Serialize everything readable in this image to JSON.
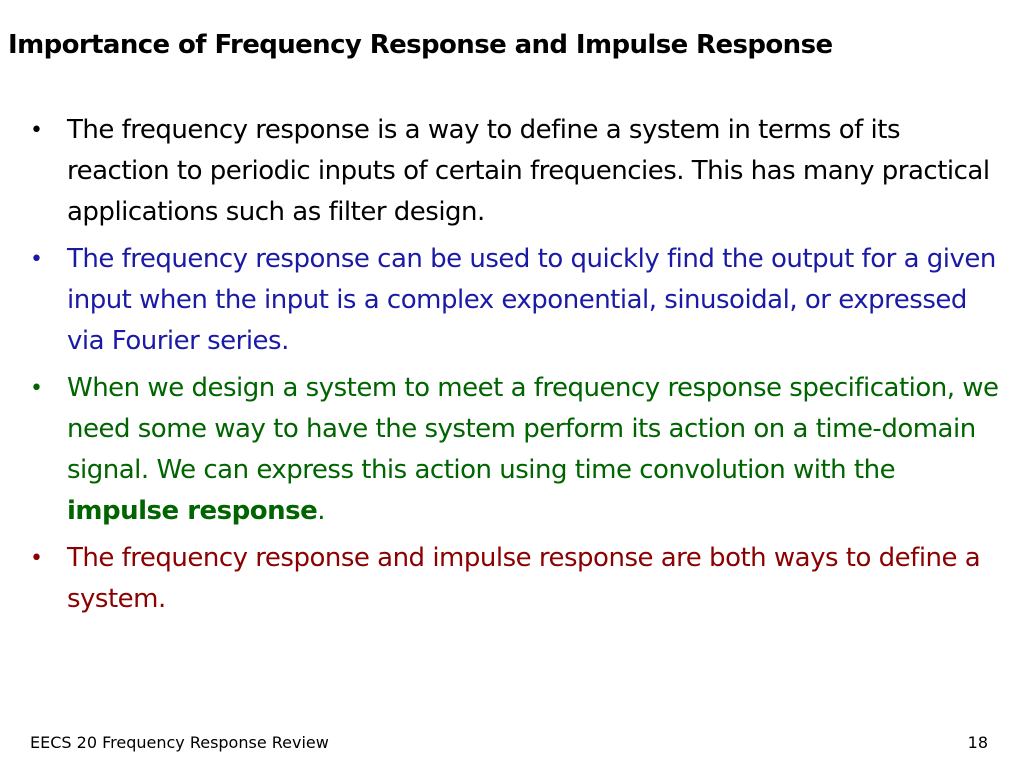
{
  "title": "Importance of Frequency Response and Impulse Response",
  "bullets": [
    {
      "color": "#000000",
      "text": "The frequency response is a way to define a system in terms of its reaction to periodic inputs of certain frequencies.  This has many practical applications such as filter design."
    },
    {
      "color": "#1a1aa6",
      "text": "The frequency response can be used to quickly find the output for a given input when the input is a complex exponential, sinusoidal, or expressed via Fourier series."
    },
    {
      "color": "#006400",
      "text_before": "When we design a system to meet a frequency response specification, we need some way to have the system perform its action on a time-domain signal.  We can express this action using time convolution with the ",
      "text_bold": "impulse response",
      "text_after": "."
    },
    {
      "color": "#8b0000",
      "text": "The frequency response and impulse response are both ways to define a system."
    }
  ],
  "bullet_symbol": "•",
  "footer": {
    "left": "EECS 20 Frequency Response Review",
    "page_number": "18"
  }
}
